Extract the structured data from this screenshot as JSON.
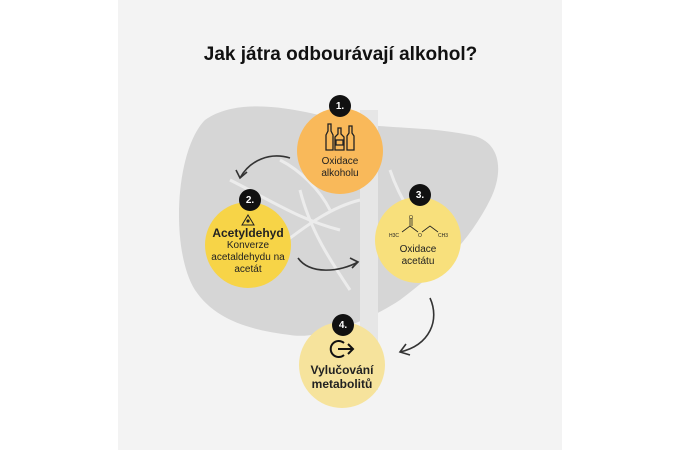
{
  "title": "Jak játra odbourávají alkohol?",
  "steps": [
    {
      "number": "1.",
      "icon": "bottles-icon",
      "label": "Oxidace alkoholu",
      "color": "#f9b95a"
    },
    {
      "number": "2.",
      "icon": "warning-skull-icon",
      "heading": "Acetyldehyd",
      "label": "Konverze acetaldehydu na acetát",
      "color": "#f7d447"
    },
    {
      "number": "3.",
      "icon": "ethyl-acetate-formula-icon",
      "label": "Oxidace acetátu",
      "color": "#f8e07c",
      "formula": {
        "o": "O",
        "left": "H3C",
        "middle": "O",
        "right": "CH3"
      }
    },
    {
      "number": "4.",
      "icon": "exit-arrow-icon",
      "label": "Vylučování metabolitů",
      "color": "#f6e39c"
    }
  ]
}
